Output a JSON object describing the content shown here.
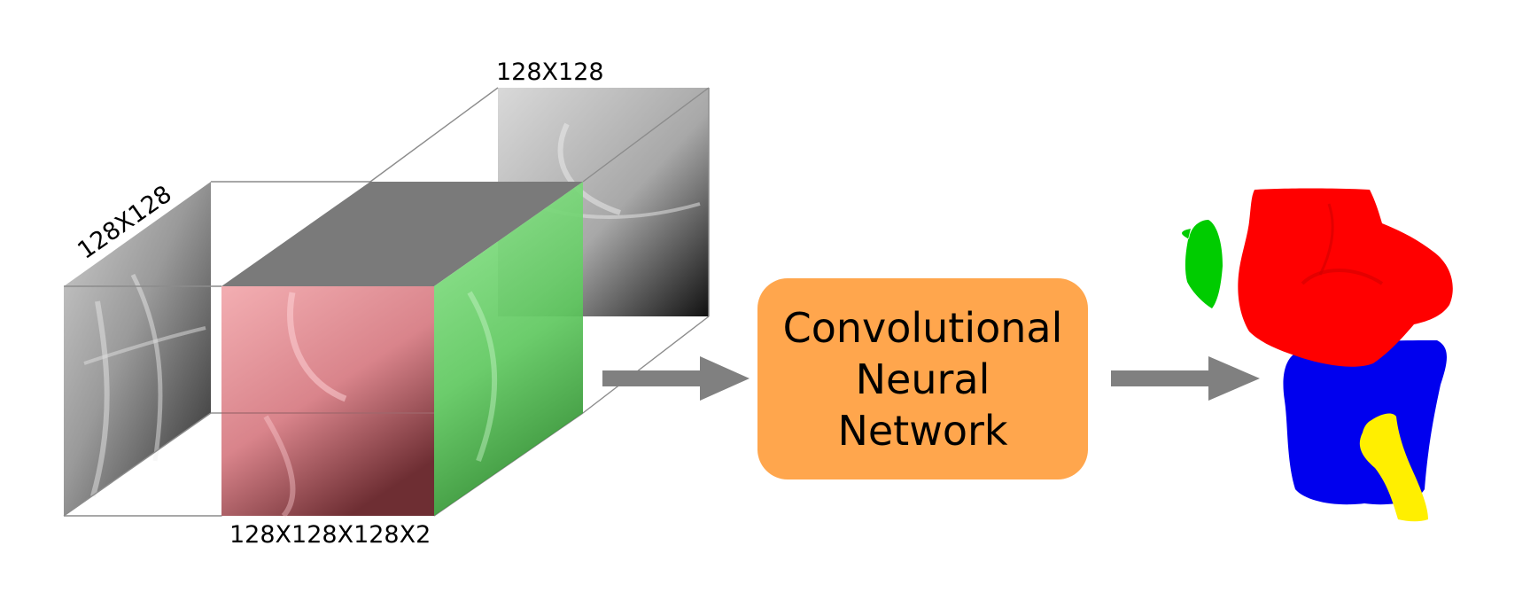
{
  "labels": {
    "top_view": "128X128",
    "side_view": "128X128",
    "volume": "128X128X128X2"
  },
  "cnn": {
    "lines": [
      "Convolutional",
      "Neural",
      "Network"
    ]
  },
  "colors": {
    "cnn_box": "#ffa64d",
    "channel_1": "#e58a92",
    "channel_2": "#5fd35f",
    "arrow": "#808080",
    "bone_femur": "#ff0000",
    "bone_tibia": "#0000ff",
    "bone_fibula": "#ffff00",
    "bone_patella": "#00cc00"
  },
  "icons": {
    "arrow_1": "right-arrow-icon",
    "arrow_2": "right-arrow-icon",
    "output": "knee-segmentation-3d"
  }
}
